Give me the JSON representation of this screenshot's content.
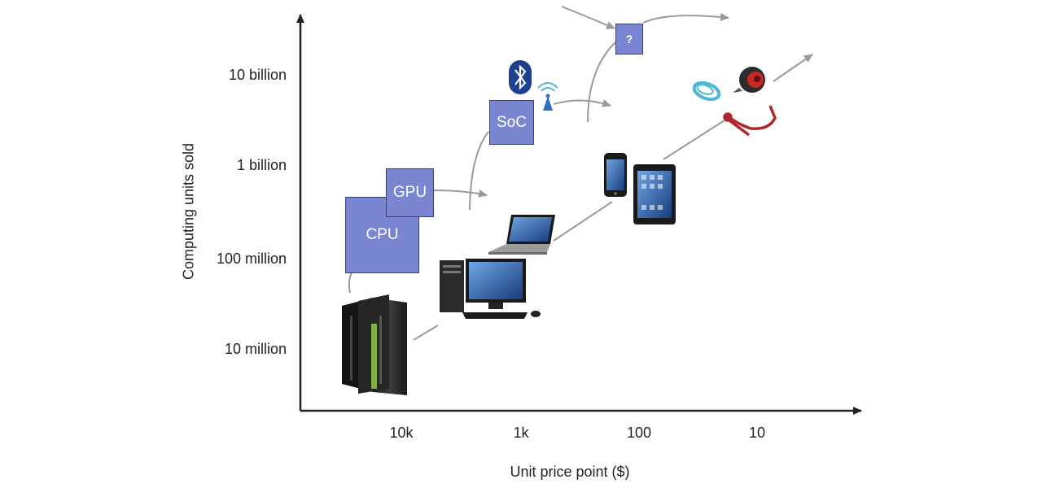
{
  "axes": {
    "y_title": "Computing units sold",
    "x_title": "Unit price point ($)",
    "y_ticks": [
      "10 billion",
      "1 billion",
      "100 million",
      "10 million"
    ],
    "x_ticks": [
      "10k",
      "1k",
      "100",
      "10"
    ]
  },
  "boxes": {
    "cpu": "CPU",
    "gpu": "GPU",
    "soc": "SoC",
    "unknown": "?"
  },
  "devices": [
    "server-rack",
    "desktop-pc",
    "laptop",
    "smartphone",
    "tablet",
    "fitness-band",
    "smart-glasses",
    "smart-camera",
    "bluetooth",
    "wireless-antenna"
  ],
  "colors": {
    "box_fill": "#7a86d2",
    "box_border": "#3a3f74",
    "arrow": "#9a9a9a",
    "axis": "#222222"
  }
}
